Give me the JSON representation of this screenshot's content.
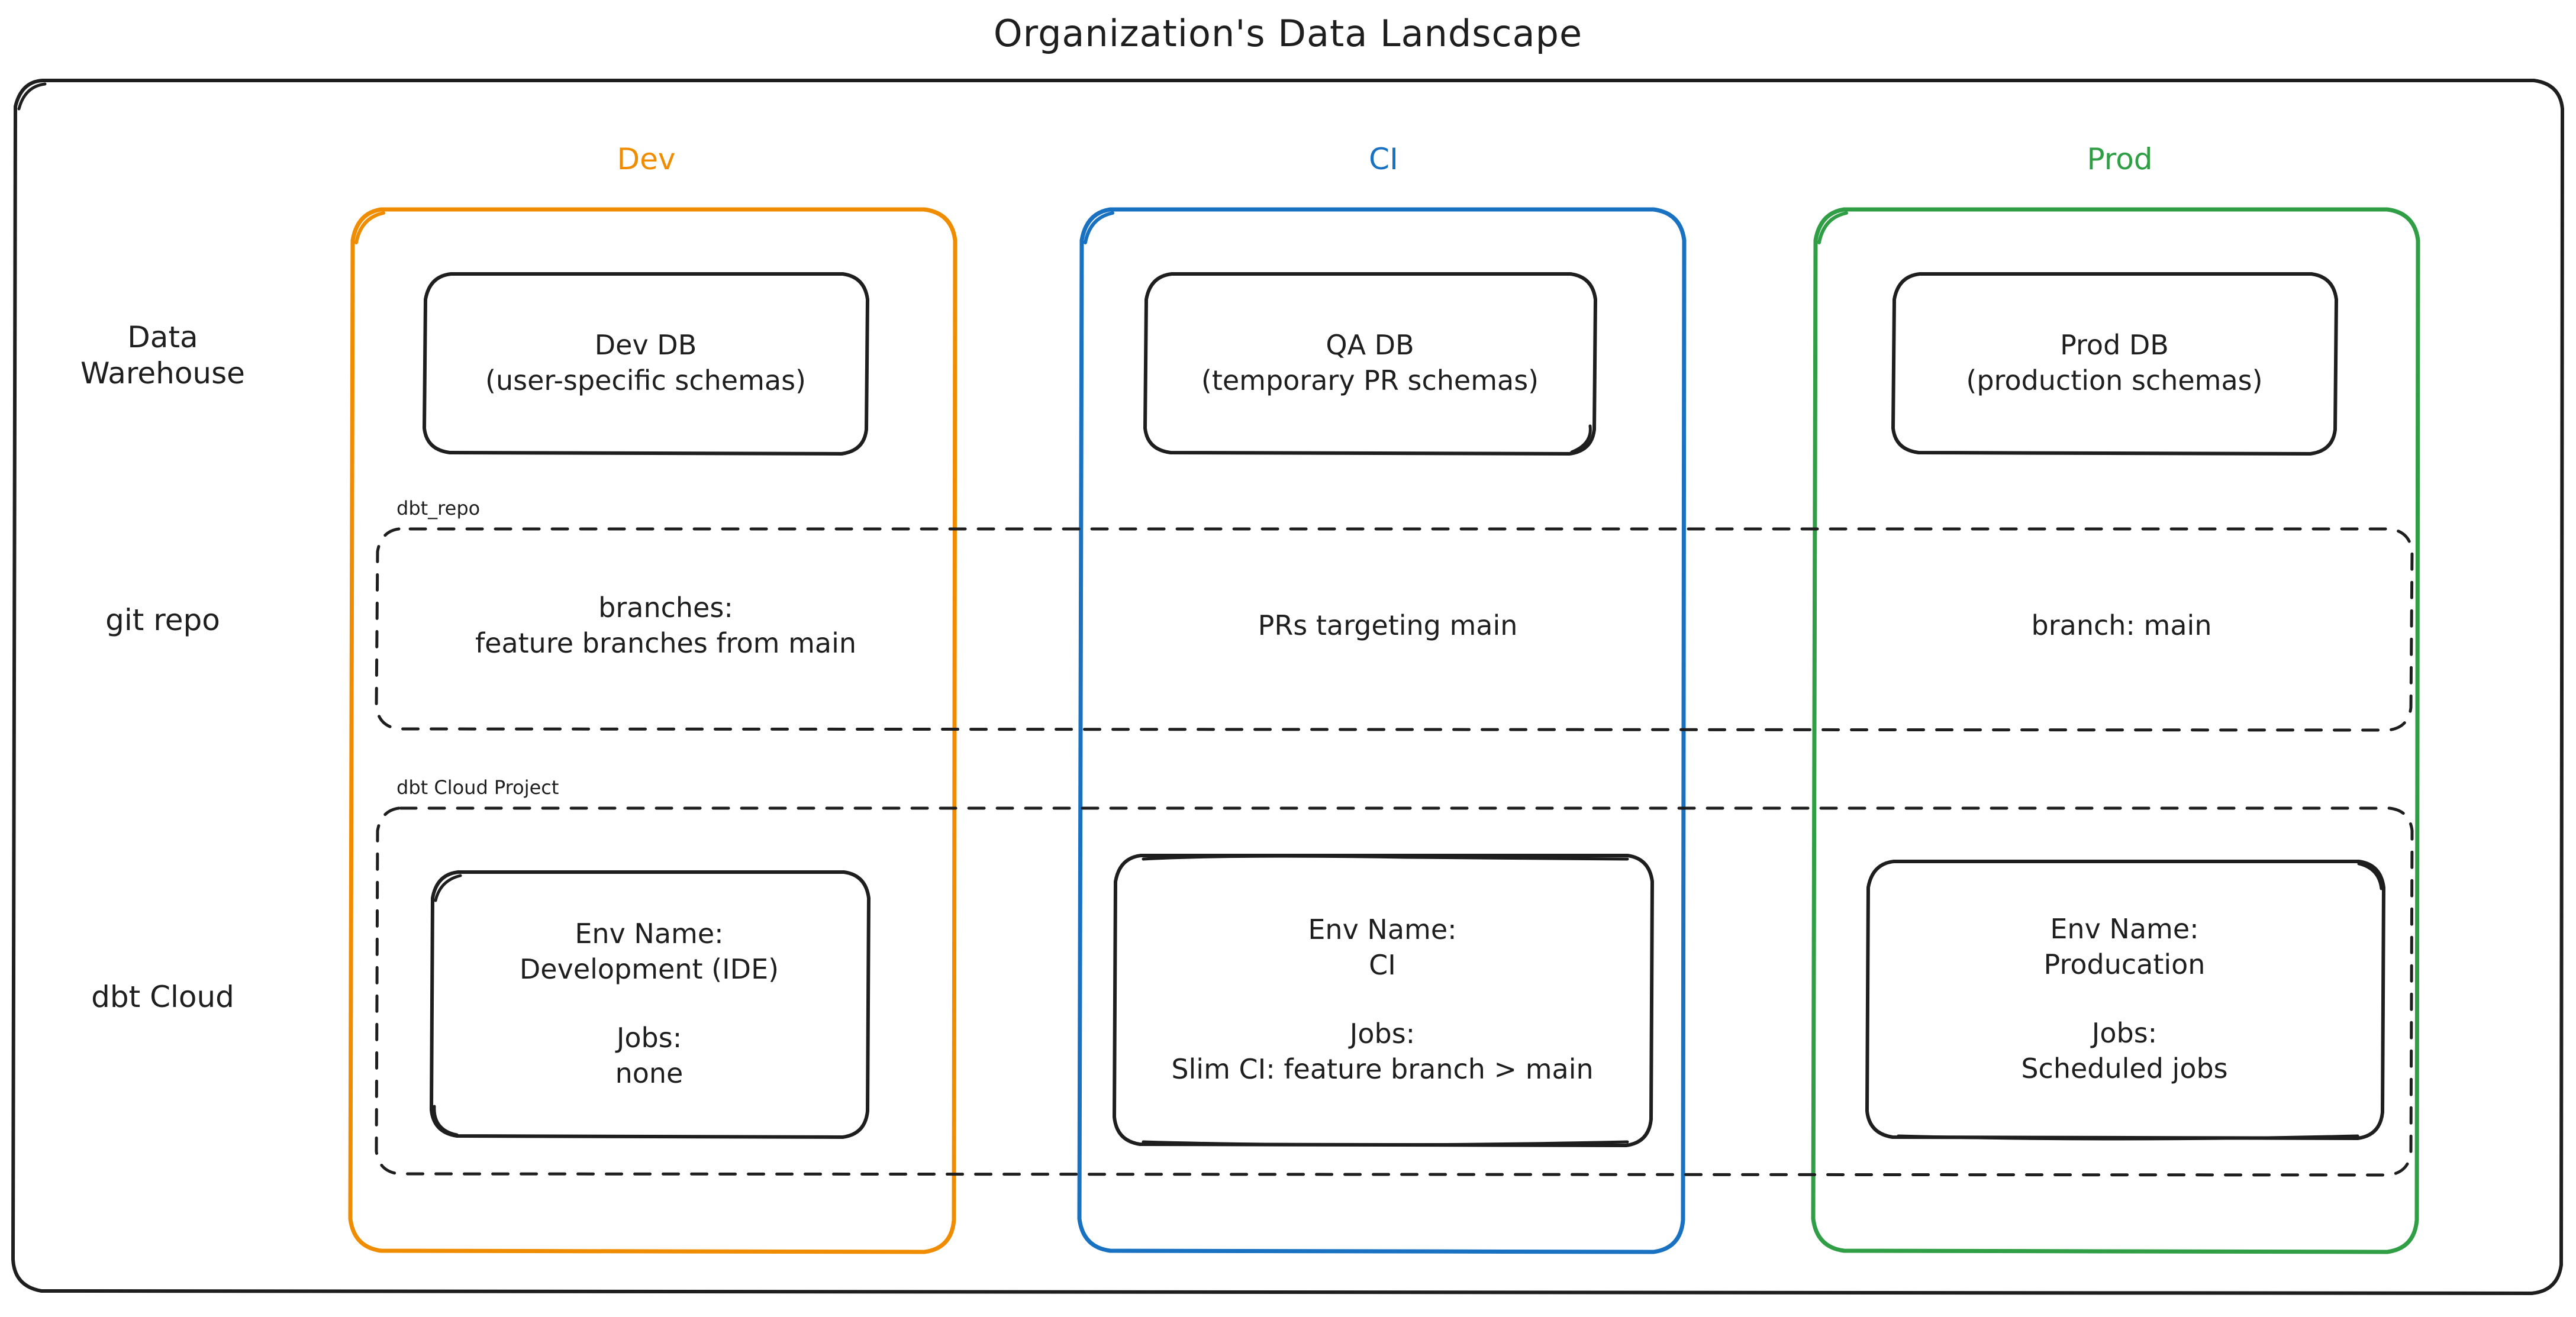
{
  "title": "Organization's Data Landscape",
  "colors": {
    "dev": "#f08c00",
    "ci": "#1971c2",
    "prod": "#2f9e44",
    "stroke": "#1e1e1e",
    "background": "#ffffff"
  },
  "columns": [
    {
      "id": "dev",
      "label": "Dev"
    },
    {
      "id": "ci",
      "label": "CI"
    },
    {
      "id": "prod",
      "label": "Prod"
    }
  ],
  "rows": [
    {
      "id": "warehouse",
      "label": "Data\nWarehouse"
    },
    {
      "id": "gitrepo",
      "label": "git repo"
    },
    {
      "id": "dbtcloud",
      "label": "dbt Cloud"
    }
  ],
  "groups": [
    {
      "id": "repo",
      "label": "dbt_repo"
    },
    {
      "id": "cloud",
      "label": "dbt Cloud Project"
    }
  ],
  "warehouse": {
    "dev": "Dev DB\n(user-specific schemas)",
    "ci": "QA DB\n(temporary PR schemas)",
    "prod": "Prod DB\n(production schemas)"
  },
  "gitrepo": {
    "dev": "branches:\nfeature branches from main",
    "ci": "PRs targeting main",
    "prod": "branch: main"
  },
  "dbtcloud": {
    "env_name_label": "Env Name:",
    "jobs_label": "Jobs:",
    "dev": {
      "env_name": "Development (IDE)",
      "jobs": "none"
    },
    "ci": {
      "env_name": "CI",
      "jobs": "Slim CI: feature branch > main"
    },
    "prod": {
      "env_name": "Producation",
      "jobs": "Scheduled jobs"
    }
  }
}
